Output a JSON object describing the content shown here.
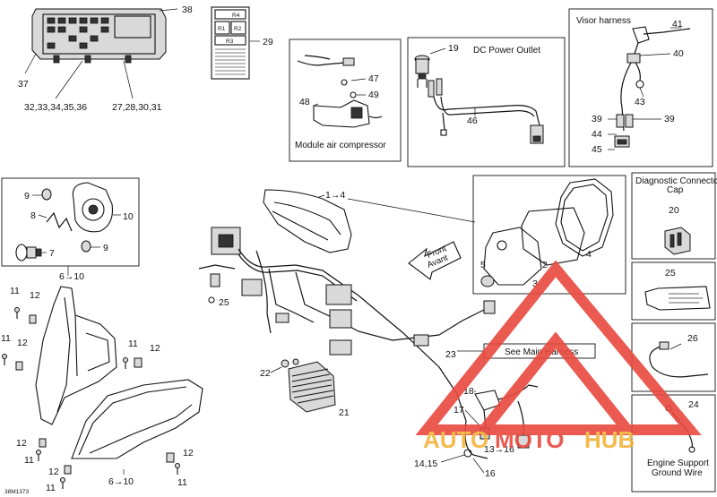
{
  "labels": {
    "n38": "38",
    "n37": "37",
    "n32_36": "32,33,34,35,36",
    "n27_31": "27,28,30,31",
    "n29": "29",
    "n47": "47",
    "n49": "49",
    "n48": "48",
    "n19": "19",
    "n46": "46",
    "n41": "41",
    "n40": "40",
    "n43": "43",
    "n39a": "39",
    "n39b": "39",
    "n44": "44",
    "n45": "45",
    "n1_4": "1→4",
    "n9a": "9",
    "n9b": "9",
    "n8": "8",
    "n7": "7",
    "n10": "10",
    "n6_10a": "6→10",
    "n6_10b": "6→10",
    "n11a": "11",
    "n11b": "11",
    "n11c": "11",
    "n11d": "11",
    "n11e": "11",
    "n12a": "12",
    "n12b": "12",
    "n12c": "12",
    "n12d": "12",
    "n12e": "12",
    "n25a": "25",
    "n25b": "25",
    "n22": "22",
    "n21": "21",
    "n23": "23",
    "n5": "5",
    "n2": "2",
    "n3": "3",
    "n4": "4",
    "n20": "20",
    "n26": "26",
    "n24": "24",
    "n18": "18",
    "n17": "17",
    "n13_16": "13→16",
    "n14_15": "14,15",
    "n16": "16"
  },
  "captions": {
    "module": "Module air compressor",
    "dc_power": "DC Power Outlet",
    "visor": "Visor harness",
    "diagnostic_line1": "Diagnostic Connector",
    "diagnostic_line2": "Cap",
    "engine_line1": "Engine Support",
    "engine_line2": "Ground Wire",
    "see_main": "See Main Harness",
    "front_line1": "Front",
    "front_line2": "Avant",
    "code": "38M1373"
  },
  "fuse_box": {
    "r1": "R1",
    "r2": "R2",
    "r3": "R3",
    "r4": "R4"
  },
  "watermark": {
    "auto": "AUTO",
    "moto": "MOTO",
    "hub": "HUB",
    "red": "#e8493f",
    "amber": "#f2b33a"
  }
}
